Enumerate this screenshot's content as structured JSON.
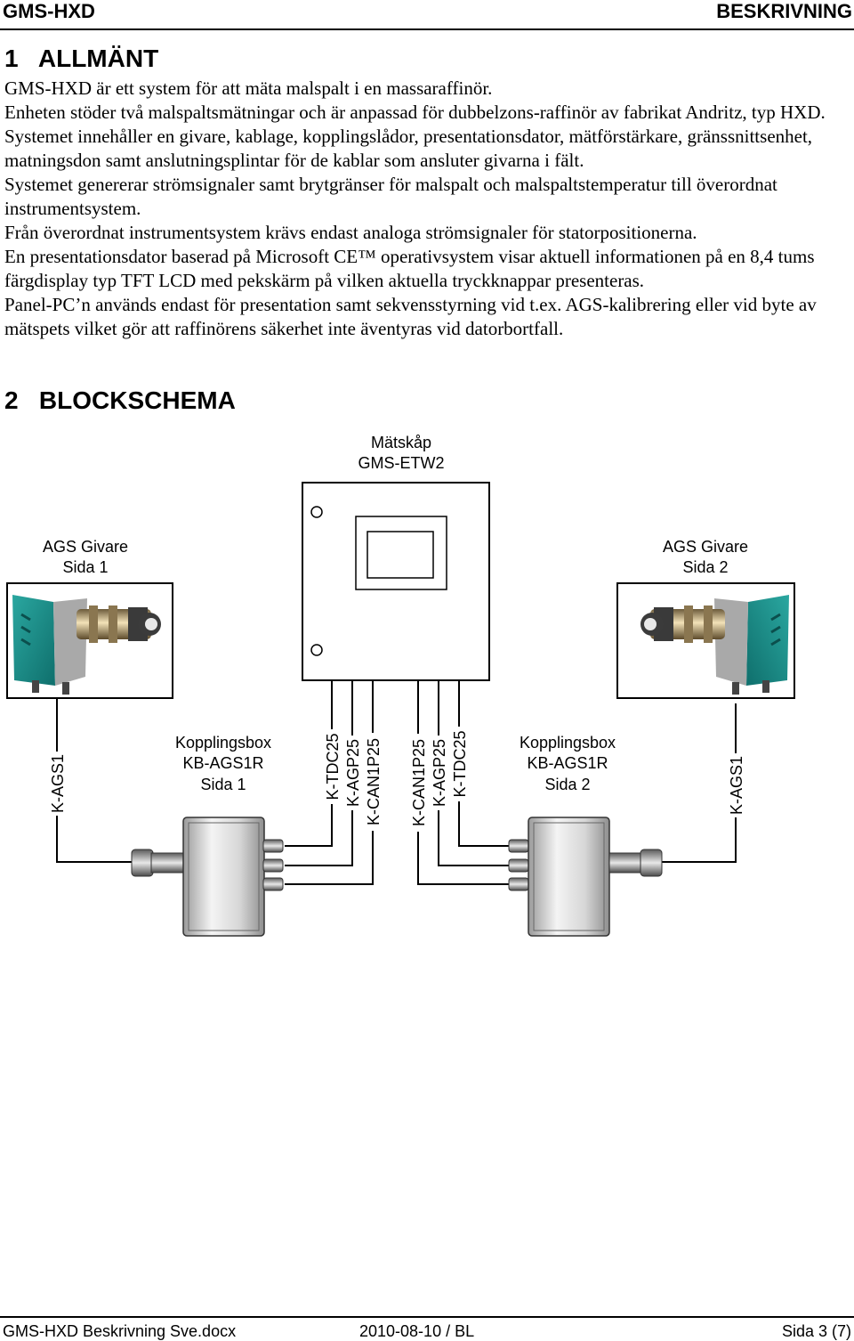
{
  "header": {
    "left": "GMS-HXD",
    "right": "BESKRIVNING"
  },
  "section1": {
    "title": "1   ALLMÄNT",
    "paragraphs": [
      "GMS-HXD är ett system för att mäta malspalt i en massaraffinör.",
      "Enheten stöder två malspaltsmätningar och är anpassad för dubbelzons-raffinör av fabrikat Andritz, typ HXD.",
      "Systemet innehåller en givare, kablage, kopplingslådor, presentationsdator, mätförstärkare, gränssnittsenhet, matningsdon samt anslutningsplintar för de kablar som ansluter givarna i fält.",
      "Systemet genererar strömsignaler samt brytgränser för malspalt och malspaltstemperatur till överordnat instrumentsystem.",
      "Från överordnat instrumentsystem krävs endast analoga strömsignaler för statorpositionerna.",
      "En presentationsdator baserad på Microsoft CE™ operativsystem visar aktuell informationen på en 8,4 tums färgdisplay typ TFT LCD med pekskärm på vilken aktuella tryckknappar presenteras.",
      "Panel-PC’n används endast för presentation samt sekvensstyrning vid t.ex. AGS-kalibrering eller vid byte av mätspets vilket gör att raffinörens säkerhet inte äventyras vid datorbortfall."
    ]
  },
  "section2": {
    "title": "2   BLOCKSCHEMA"
  },
  "diagram": {
    "cabinet": {
      "line1": "Mätskåp",
      "line2": "GMS-ETW2"
    },
    "sensor_left": {
      "line1": "AGS Givare",
      "line2": "Sida 1"
    },
    "sensor_right": {
      "line1": "AGS Givare",
      "line2": "Sida 2"
    },
    "box_left": {
      "line1": "Kopplingsbox",
      "line2": "KB-AGS1R",
      "line3": "Sida 1"
    },
    "box_right": {
      "line1": "Kopplingsbox",
      "line2": "KB-AGS1R",
      "line3": "Sida 2"
    },
    "cables": {
      "k_ags1_left": "K-AGS1",
      "k_ags1_right": "K-AGS1",
      "left_group": [
        "K-TDC25",
        "K-AGP25",
        "K-CAN1P25"
      ],
      "right_group": [
        "K-CAN1P25",
        "K-AGP25",
        "K-TDC25"
      ]
    }
  },
  "footer": {
    "left": "GMS-HXD Beskrivning Sve.docx",
    "center": "2010-08-10 / BL",
    "right": "Sida 3 (7)"
  }
}
